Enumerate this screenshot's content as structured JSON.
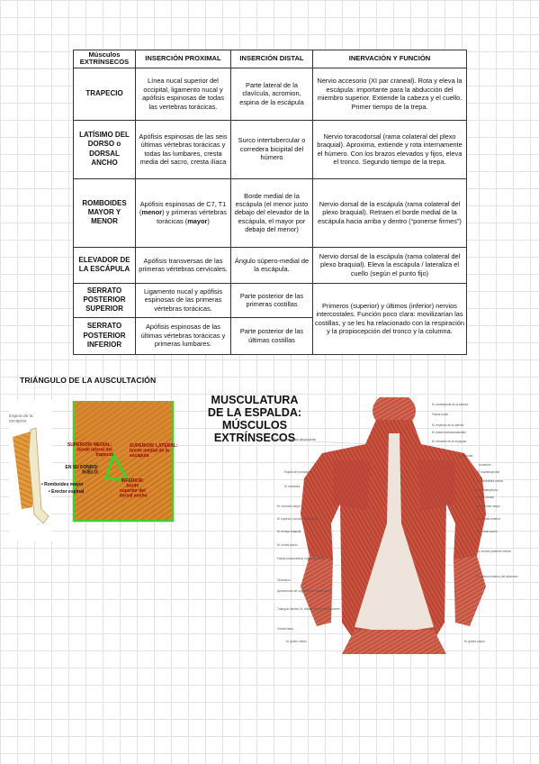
{
  "table": {
    "headers": [
      [
        "Músculos",
        "EXTRÍNSECOS"
      ],
      "INSERCIÓN PROXIMAL",
      "INSERCIÓN DISTAL",
      "INERVACIÓN Y FUNCIÓN"
    ],
    "rows": [
      {
        "name": "TRAPECIO",
        "proximal": "Línea nucal superior del occipital, ligamento nucal y apófisis espinosas de todas las vertebras torácicas.",
        "distal": "Parte lateral de la clavícula, acromion, espina de la escápula",
        "function": "Nervio accesorio (XI par craneal). Rota y eleva la escápula: importante para la abducción del miembro superior. Extiende la cabeza y el cuello. Primer tiempo de la trepa."
      },
      {
        "name": "LATÍSIMO DEL DORSO o DORSAL ANCHO",
        "proximal": "Apófisis espinosas de las seis últimas vértebras torácicas y todas las lumbares, cresta media del sacro, cresta ilíaca",
        "distal": "Surco intertubercular o corredera bicipital del húmero",
        "function": "Nervio toracodorsal (rama colateral del plexo braquial). Aproxima, extiende y rota internamente el húmero. Con los brazos elevados y fijos, eleva el tronco. Segundo tiempo de la trepa."
      },
      {
        "name": "ROMBOIDES MAYOR Y MENOR",
        "proximal_parts": [
          "Apófisis espinosas de C7, T1 (",
          "menor",
          ") y primeras vértebras torácicas (",
          "mayor",
          ")"
        ],
        "distal": "Borde medial de la escápula (el menor justo debajo del elevador de la escápula, el mayor por debajo del menor)",
        "function": "Nervio dorsal de la escápula (rama colateral del plexo braquial). Retraen el borde medial de la escápula hacia arriba y dentro (“ponerse firmes”)"
      },
      {
        "name": "ELEVADOR DE LA ESCÁPULA",
        "proximal": "Apófisis transversas de las primeras vértebras cervicales.",
        "distal": "Ángulo súpero-medial de la escápula.",
        "function": "Nervio dorsal de la escápula (rama colateral del plexo braquial). Eleva la escápula / lateraliza el cuello (según el punto fijo)"
      },
      {
        "name": "SERRATO POSTERIOR SUPERIOR",
        "proximal": "Ligamento nucal y apófisis espinosas de las primeras vértebras torácicas.",
        "distal": "Parte posterior de las primeras costillas",
        "function": "Primeros (superior) y últimos (inferior) nervios intercostales. Función poco clara: movilizarían las costillas, y se les ha relacionado con la respiración y la propiocepción del tronco y la columna."
      },
      {
        "name": "SERRATO POSTERIOR INFERIOR",
        "proximal": "Apófisis espinosas de las últimas vértebras torácicas y primeras lumbares.",
        "distal": "Parte posterior de las últimas costillas"
      }
    ]
  },
  "auscultation": {
    "title": "TRIÁNGULO DE LA AUSCULTACIÓN",
    "scapula_spine": [
      "Espina de la",
      "escápula"
    ],
    "superior_medial": [
      "SUPERIOR/ MEDIAL:",
      "borde lateral del",
      "trapecio"
    ],
    "superior_lateral": [
      "SUPERIOR/ LATERAL:",
      "borde medial de la",
      "escápula"
    ],
    "floor": [
      "EN SU FONDO/",
      "SUELO:"
    ],
    "floor_items": [
      "Romboides mayor",
      "Erector espinal"
    ],
    "inferior": [
      "INFERIOR:",
      "borde",
      "superior del",
      "dorsal ancho"
    ]
  },
  "back": {
    "title": [
      "MUSCULATURA",
      "DE LA ESPALDA:",
      "MÚSCULOS",
      "EXTRÍNSECOS"
    ],
    "left_labels": [
      "M. trapecio, porción descendente",
      "Espina de la escápula",
      "M. deltoides",
      "M. redondo mayor",
      "M. trapecio, porción ascendente",
      "M. tríceps braquial",
      "M. dorsal ancho",
      "Fascia toracolumbar, hoja superficial",
      "Olécranon",
      "Aponeurosis de origen del M. dorsal ancho",
      "Triángulo lumbar, M. oblicuo interno del abdomen",
      "Cresta ilíaca",
      "M. glúteo medio"
    ],
    "right_labels": [
      "M. semiespinal de la cabeza",
      "Fascia nucal",
      "M. esplenio de la cabeza",
      "M. esternocleidomastoideo",
      "M. elevador de la escápula",
      "Clavícula",
      "Acromion",
      "M. supraespinoso",
      "M. romboides menor",
      "M. infraespinoso",
      "Borde medial",
      "M. redondo mayor",
      "M. serrato anterior",
      "M. dorsal ancho",
      "M. serrato posterior inferior",
      "M. oblicuo externo del abdomen",
      "M. glúteo mayor"
    ]
  },
  "colors": {
    "border": "#333333",
    "grid": "#e3e3e3",
    "highlight": "#3fd02a",
    "label_text": "#9a0000",
    "muscle": "#c9513f"
  }
}
